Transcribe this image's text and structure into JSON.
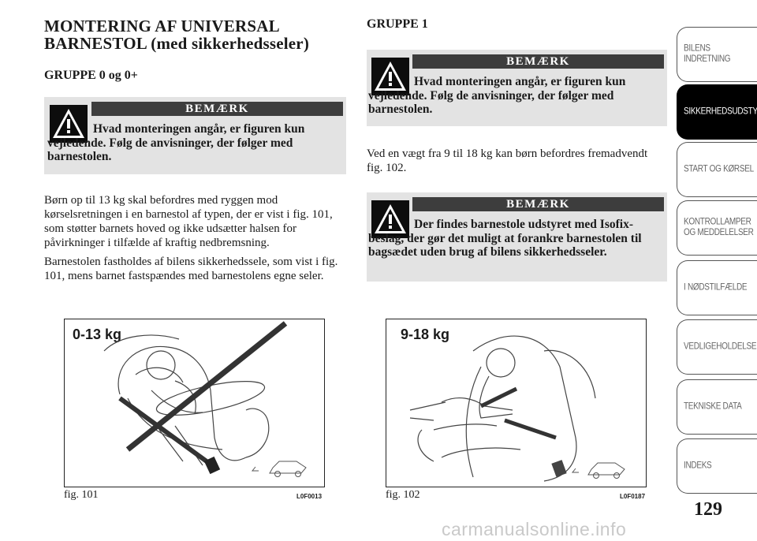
{
  "heading": {
    "line1": "MONTERING AF UNIVERSAL",
    "line2": "BARNESTOL (med sikkerhedsseler)"
  },
  "left": {
    "group": "GRUPPE 0 og 0+",
    "note": {
      "label": "BEMÆRK",
      "text": "Hvad monteringen angår, er figuren kun vejledende. Følg de anvisninger, der følger med barnestolen."
    },
    "para1": "Børn op til 13 kg skal befordres med ryggen mod kørselsretningen i en barnestol af typen, der er vist i fig. 101, som støtter barnets hoved og ikke udsætter halsen for påvirkninger i tilfælde af kraftig nedbremsning.",
    "para2": "Barnestolen fastholdes af bilens sikkerhedssele, som vist i fig. 101, mens barnet fastspændes med barnestolens egne seler."
  },
  "right": {
    "group": "GRUPPE 1",
    "note1": {
      "label": "BEMÆRK",
      "text": "Hvad monteringen angår, er figuren kun vejledende. Følg de anvisninger, der følger med barnestolen."
    },
    "para": "Ved en vægt fra 9 til 18 kg kan børn befordres fremadvendt fig. 102.",
    "note2": {
      "label": "BEMÆRK",
      "text": "Der findes barnestole udstyret med Isofix-beslag, der gør det muligt at forankre barnestolen til bagsædet uden brug af bilens sikkerhedsseler."
    }
  },
  "figures": [
    {
      "weight": "0-13 kg",
      "caption": "fig. 101",
      "code": "L0F0013"
    },
    {
      "weight": "9-18 kg",
      "caption": "fig. 102",
      "code": "L0F0187"
    }
  ],
  "tabs": [
    {
      "label": "BILENS\nINDRETNING",
      "active": false
    },
    {
      "label": "SIKKERHEDSUDSTYR",
      "active": true
    },
    {
      "label": "START OG KØRSEL",
      "active": false
    },
    {
      "label": "KONTROLLAMPER\nOG MEDDELELSER",
      "active": false
    },
    {
      "label": "I NØDSTILFÆLDE",
      "active": false
    },
    {
      "label": "VEDLIGEHOLDELSE",
      "active": false
    },
    {
      "label": "TEKNISKE DATA",
      "active": false
    },
    {
      "label": "INDEKS",
      "active": false
    }
  ],
  "page_number": "129",
  "watermark": "carmanualsonline.info"
}
